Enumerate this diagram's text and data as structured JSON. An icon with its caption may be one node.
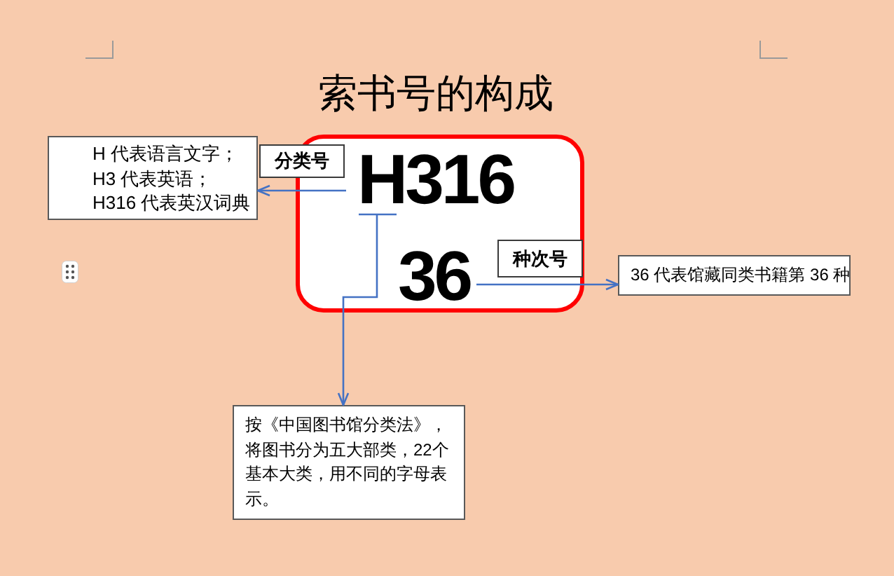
{
  "diagram": {
    "title": "索书号的构成",
    "nodes": [
      {
        "text": [
          "H 代表语言文字；",
          "H3 代表英语；",
          "H316 代表英汉词典"
        ]
      },
      {
        "text": [
          "分类号"
        ]
      },
      {
        "text": [],
        "shape": "box"
      },
      {
        "text": [
          "H316"
        ],
        "in": 2
      },
      {
        "text": [
          "36"
        ],
        "in": 2
      },
      {
        "text": [
          "种次号"
        ],
        "in": 2
      },
      {
        "text": [
          "36 代表馆藏同类书籍第 36 种"
        ]
      },
      {
        "text": [
          "按《中国图书馆分类法》，将图书分为五大部类，22个基本大类，用不同的字母表示。"
        ]
      }
    ],
    "edges": [
      {
        "from": 3,
        "to": 0,
        "arrow": "to"
      },
      {
        "from": 3,
        "to": 7,
        "arrow": "to"
      },
      {
        "from": 4,
        "to": 6,
        "arrow": "to"
      }
    ]
  }
}
